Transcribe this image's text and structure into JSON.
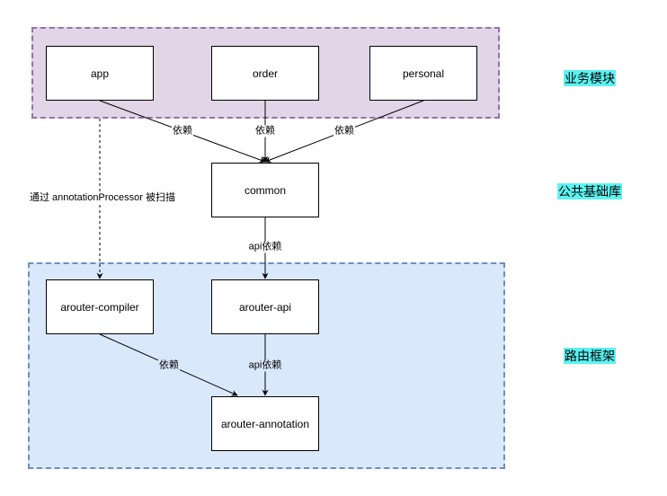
{
  "nodes": {
    "app": "app",
    "order": "order",
    "personal": "personal",
    "common": "common",
    "compiler": "arouter-compiler",
    "api": "arouter-api",
    "annotation": "arouter-annotation"
  },
  "edge_labels": {
    "app_common": "依赖",
    "order_common": "依赖",
    "personal_common": "依赖",
    "common_api": "api依赖",
    "compiler_annotation": "依赖",
    "api_annotation": "api依赖",
    "app_compiler": "通过 annotationProcessor 被扫描"
  },
  "layers": {
    "business": "业务模块",
    "common": "公共基础库",
    "router": "路由框架"
  },
  "colors": {
    "business_fill": "#e1d5e7",
    "business_border": "#9673a6",
    "router_fill": "#dae8fc",
    "router_border": "#6c8ebf",
    "layer_label_bg": "#5cf2f2"
  }
}
